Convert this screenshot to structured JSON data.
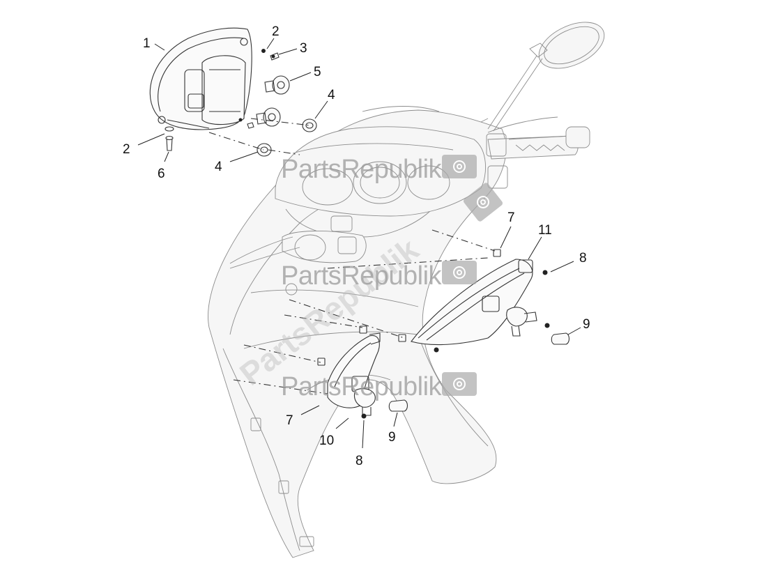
{
  "diagram": {
    "callouts": [
      {
        "id": "1",
        "label": "1"
      },
      {
        "id": "2a",
        "label": "2"
      },
      {
        "id": "3",
        "label": "3"
      },
      {
        "id": "5",
        "label": "5"
      },
      {
        "id": "4a",
        "label": "4"
      },
      {
        "id": "2b",
        "label": "2"
      },
      {
        "id": "6",
        "label": "6"
      },
      {
        "id": "4b",
        "label": "4"
      },
      {
        "id": "7a",
        "label": "7"
      },
      {
        "id": "11",
        "label": "11"
      },
      {
        "id": "8a",
        "label": "8"
      },
      {
        "id": "9a",
        "label": "9"
      },
      {
        "id": "7b",
        "label": "7"
      },
      {
        "id": "10",
        "label": "10"
      },
      {
        "id": "8b",
        "label": "8"
      },
      {
        "id": "9b",
        "label": "9"
      }
    ]
  },
  "watermark": {
    "brand": "PartsRepublik",
    "icon": "gear-icon"
  },
  "colors": {
    "line": "#333333",
    "ghost_line": "#8c8c8c",
    "watermark": "#9a9a9a"
  }
}
